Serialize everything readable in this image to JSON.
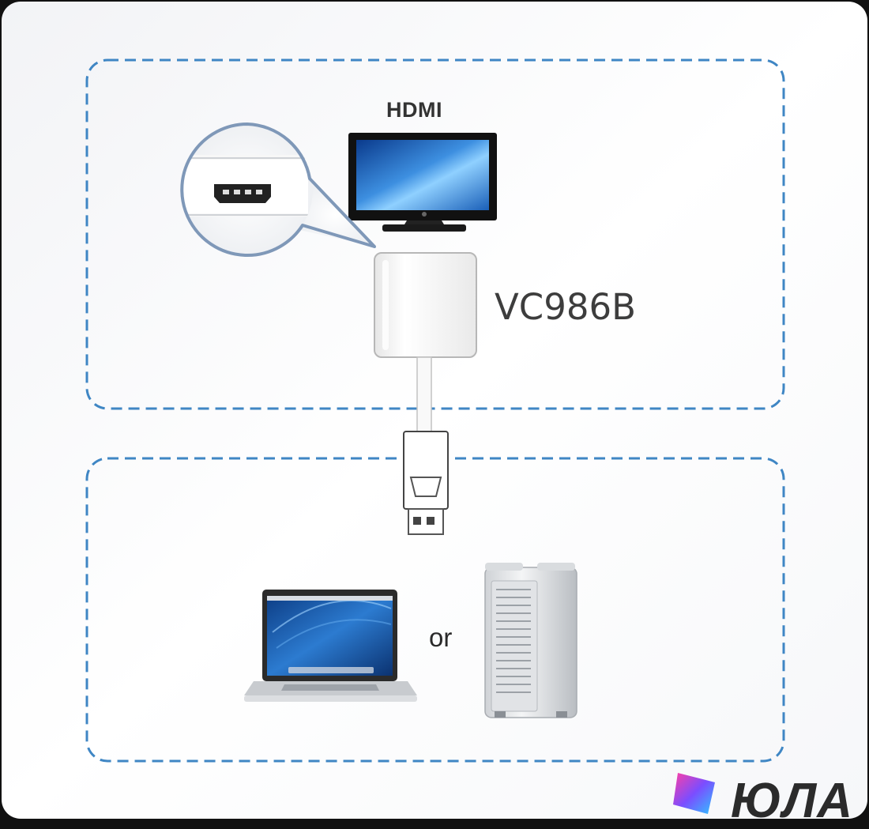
{
  "labels": {
    "display": "HDMI",
    "model": "VC986B",
    "or": "or"
  },
  "watermark": {
    "text": "ЮЛА",
    "icon": "yula-logo-icon"
  },
  "colors": {
    "dash": "#3f86c4",
    "callout": "#7f98b8",
    "screen": "#2a7fd0",
    "logo_text": "#2b2b2b"
  }
}
